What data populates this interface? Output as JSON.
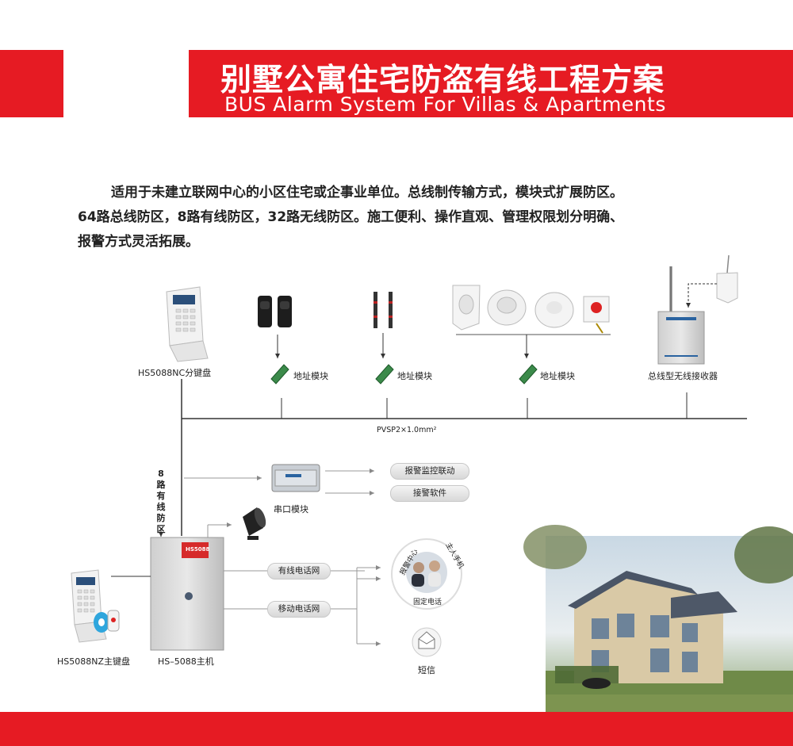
{
  "header": {
    "title_cn": "别墅公寓住宅防盗有线工程方案",
    "title_en": "BUS Alarm System For Villas & Apartments"
  },
  "intro": {
    "line1": "适用于未建立联网中心的小区住宅或企事业单位。总线制传输方式，模块式扩展防区。",
    "line2": "64路总线防区，8路有线防区，32路无线防区。施工便利、操作直观、管理权限划分明确、",
    "line3": "报警方式灵活拓展。"
  },
  "diagram": {
    "keypad_top_label": "HS5088NC分键盘",
    "address_module_1": "地址模块",
    "address_module_2": "地址模块",
    "address_module_3": "地址模块",
    "wireless_receiver": "总线型无线接收器",
    "bus_cable": "PVSP2×1.0mm²",
    "wired_zones": [
      "8",
      "路",
      "有",
      "线",
      "防",
      "区"
    ],
    "serial_module": "串口模块",
    "alarm_link": "报警监控联动",
    "alarm_software": "接警软件",
    "wired_phone": "有线电话网",
    "mobile_phone": "移动电话网",
    "alarm_center": "报警中心",
    "owner_phone": "主人手机",
    "fixed_phone": "固定电话",
    "sms": "短信",
    "main_keypad_label": "HS5088NZ主键盘",
    "host_label": "HS–5088主机",
    "host_badge": "HS5088"
  },
  "colors": {
    "brand_red": "#e61b23",
    "line": "#333333",
    "arrow_gray": "#9a9a9a"
  },
  "icons": [
    "keypad-icon",
    "beam-detector-icon",
    "infrared-fence-icon",
    "pir-detector-icon",
    "smoke-detector-icon",
    "ceiling-detector-icon",
    "panic-button-icon",
    "address-module-icon",
    "receiver-box-icon",
    "antenna-icon",
    "siren-icon",
    "rfid-tag-icon",
    "envelope-icon",
    "villa-photo"
  ]
}
